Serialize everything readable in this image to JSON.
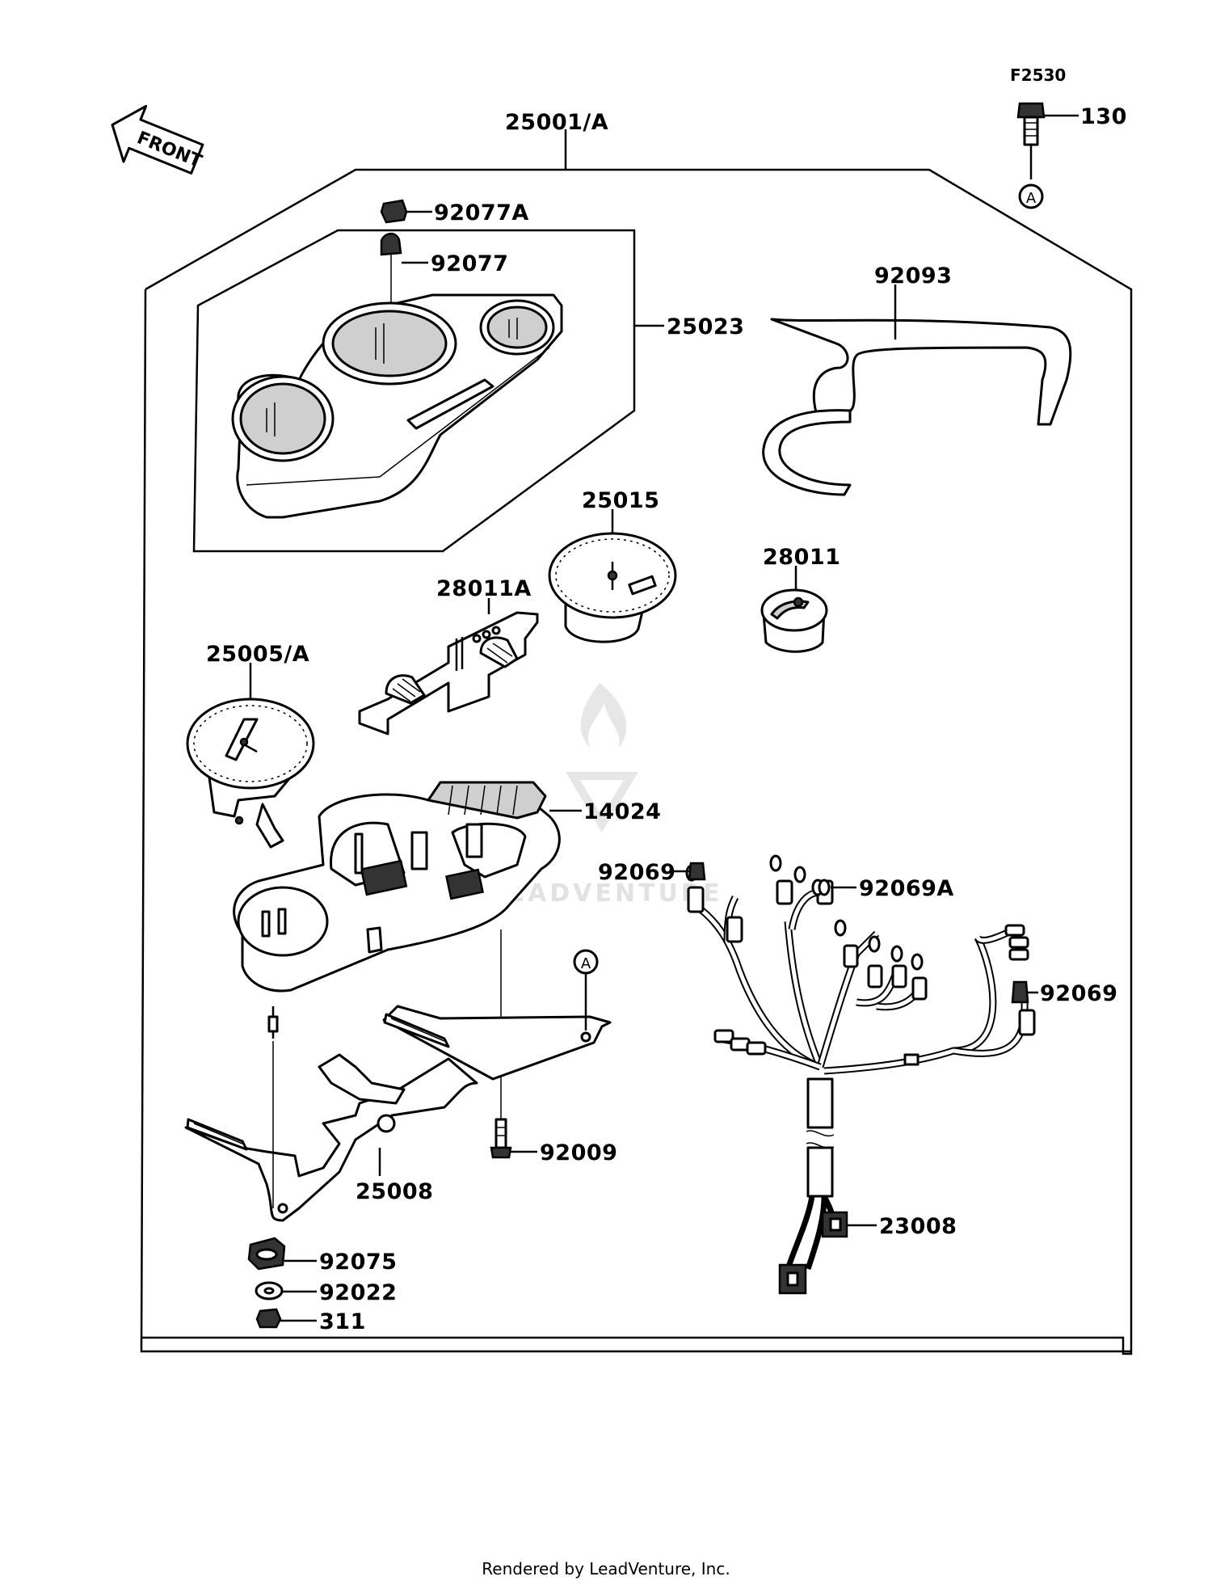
{
  "diagram": {
    "page_code": "F2530",
    "front_arrow": "FRONT",
    "footer": "Rendered by LeadVenture, Inc.",
    "watermark": "LEADVENTURE",
    "ref_a": "A",
    "labels": {
      "p25001A": "25001/A",
      "p130": "130",
      "p92077A": "92077A",
      "p92077": "92077",
      "p25023": "25023",
      "p92093": "92093",
      "p25015": "25015",
      "p28011": "28011",
      "p28011A": "28011A",
      "p25005A": "25005/A",
      "p14024": "14024",
      "p92069_top": "92069",
      "p92069A": "92069A",
      "p92069_right": "92069",
      "p92009": "92009",
      "p25008": "25008",
      "p23008": "23008",
      "p92075": "92075",
      "p92022": "92022",
      "p311": "311"
    }
  }
}
